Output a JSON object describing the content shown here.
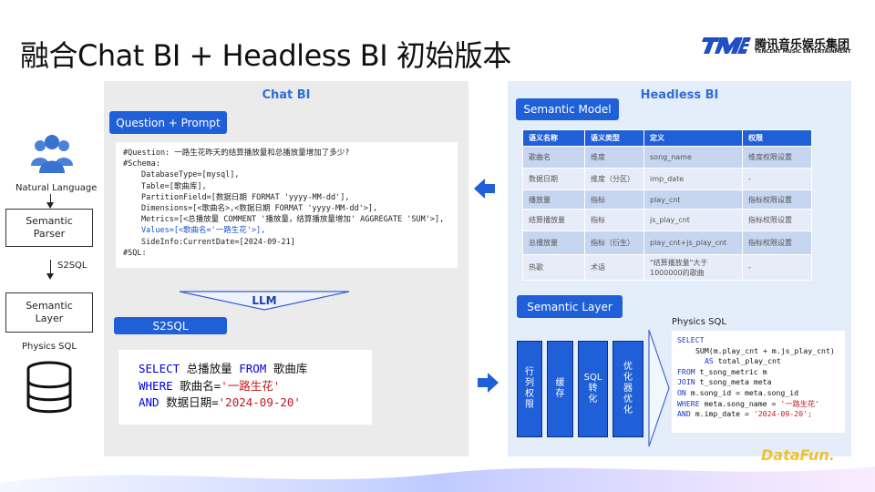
{
  "title": "融合Chat BI + Headless BI 初始版本",
  "logo": {
    "cn": "腾讯音乐娱乐集团",
    "en": "TENCENT MUSIC ENTERTAINMENT"
  },
  "flow": {
    "natural_language": "Natural Language",
    "semantic_parser": "Semantic\nParser",
    "s2sql": "S2SQL",
    "semantic_layer": "Semantic\nLayer",
    "physics_sql": "Physics SQL"
  },
  "chat_bi": {
    "title": "Chat BI",
    "question_tag": "Question + Prompt",
    "prompt_lines": [
      "#Question: 一路生花昨天的结算播放量和总播放量增加了多少?",
      "#Schema:",
      "DatabaseType=[mysql],",
      "Table=[歌曲库],",
      "PartitionField=[数据日期 FORMAT 'yyyy-MM-dd'],",
      "Dimensions=[<歌曲名>,<数据日期 FORMAT 'yyyy-MM-dd'>],",
      "Metrics=[<总播放量 COMMENT '播放量，结算播放量增加' AGGREGATE 'SUM'>],",
      "Values=[<歌曲名='一路生花'>],",
      "SideInfo:CurrentDate=[2024-09-21]",
      "#SQL:"
    ],
    "llm": "LLM",
    "s2sql_tag": "S2SQL",
    "sql": {
      "select_kw": "SELECT",
      "select_rest": " 总播放量 ",
      "from_kw": "FROM",
      "from_rest": " 歌曲库",
      "where_kw": "WHERE",
      "where_rest": " 歌曲名=",
      "where_val": "'一路生花'",
      "and_kw": "AND",
      "and_rest": " 数据日期=",
      "and_val": "'2024-09-20'"
    }
  },
  "headless_bi": {
    "title": "Headless BI",
    "semantic_model_tag": "Semantic Model",
    "table": {
      "headers": [
        "语义名称",
        "语义类型",
        "定义",
        "权限"
      ],
      "rows": [
        [
          "歌曲名",
          "维度",
          "song_name",
          "维度权限设置"
        ],
        [
          "数据日期",
          "维度（分区）",
          "imp_date",
          "-"
        ],
        [
          "播放量",
          "指标",
          "play_cnt",
          "指标权限设置"
        ],
        [
          "结算播放量",
          "指标",
          "js_play_cnt",
          "指标权限设置"
        ],
        [
          "总播放量",
          "指标（衍生）",
          "play_cnt+js_play_cnt",
          "指标权限设置"
        ],
        [
          "热歌",
          "术语",
          "\"结算播放量\"大于1000000的歌曲",
          "-"
        ]
      ]
    },
    "semantic_layer_tag": "Semantic Layer",
    "layer_boxes": [
      "行\n列\n权\n限",
      "缓\n存",
      "SQL\n转\n化",
      "优\n化\n器\n优\n化"
    ],
    "physics_sql_label": "Physics SQL",
    "physics_sql": {
      "l1": "SELECT",
      "l2": "SUM(m.play_cnt + m.js_play_cnt)",
      "l3a": "AS",
      "l3b": " total_play_cnt",
      "l4a": "FROM",
      "l4b": " t_song_metric m",
      "l5a": "JOIN",
      "l5b": " t_song_meta meta",
      "l6a": "ON",
      "l6b": " m.song_id = meta.song_id",
      "l7a": "WHERE",
      "l7b": " meta.song_name = ",
      "l7c": "'一路生花'",
      "l8a": "AND",
      "l8b": " m.imp_date = ",
      "l8c": "'2024-09-20';"
    }
  },
  "watermark": "DataFun.",
  "colors": {
    "accent": "#1f5fd8",
    "title_blue": "#2f6fd6",
    "keyword": "#0000d8",
    "string": "#c8141e"
  }
}
